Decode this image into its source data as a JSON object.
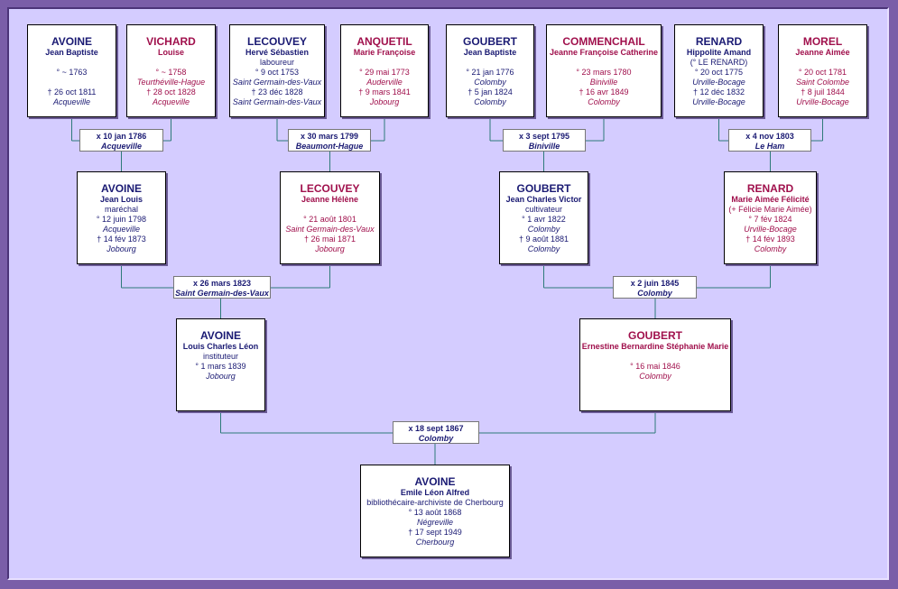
{
  "persons": [
    {
      "id": "p1",
      "sex": "m",
      "surname": "AVOINE",
      "given": "Jean Baptiste",
      "lines": [
        {
          "t": ""
        },
        {
          "t": "° ~ 1763"
        },
        {
          "t": ""
        },
        {
          "t": "† 26 oct 1811"
        },
        {
          "t": "Acqueville",
          "i": true
        }
      ]
    },
    {
      "id": "p2",
      "sex": "f",
      "surname": "VICHARD",
      "given": "Louise",
      "lines": [
        {
          "t": ""
        },
        {
          "t": "° ~ 1758"
        },
        {
          "t": "Teurthéville-Hague",
          "i": true
        },
        {
          "t": "† 28 oct 1828"
        },
        {
          "t": "Acqueville",
          "i": true
        }
      ]
    },
    {
      "id": "p3",
      "sex": "m",
      "surname": "LECOUVEY",
      "given": "Hervé Sébastien",
      "lines": [
        {
          "t": "laboureur"
        },
        {
          "t": "° 9 oct 1753"
        },
        {
          "t": "Saint Germain-des-Vaux",
          "i": true
        },
        {
          "t": "† 23 déc 1828"
        },
        {
          "t": "Saint Germain-des-Vaux",
          "i": true
        }
      ]
    },
    {
      "id": "p4",
      "sex": "f",
      "surname": "ANQUETIL",
      "given": "Marie Françoise",
      "lines": [
        {
          "t": ""
        },
        {
          "t": "° 29 mai 1773"
        },
        {
          "t": "Auderville",
          "i": true
        },
        {
          "t": "† 9 mars 1841"
        },
        {
          "t": "Jobourg",
          "i": true
        }
      ]
    },
    {
      "id": "p5",
      "sex": "m",
      "surname": "GOUBERT",
      "given": "Jean Baptiste",
      "lines": [
        {
          "t": ""
        },
        {
          "t": "° 21 jan 1776"
        },
        {
          "t": "Colomby",
          "i": true
        },
        {
          "t": "† 5 jan 1824"
        },
        {
          "t": "Colomby",
          "i": true
        }
      ]
    },
    {
      "id": "p6",
      "sex": "f",
      "surname": "COMMENCHAIL",
      "given": "Jeanne Françoise Catherine",
      "lines": [
        {
          "t": ""
        },
        {
          "t": "° 23 mars 1780"
        },
        {
          "t": "Biniville",
          "i": true
        },
        {
          "t": "† 16 avr 1849"
        },
        {
          "t": "Colomby",
          "i": true
        }
      ]
    },
    {
      "id": "p7",
      "sex": "m",
      "surname": "RENARD",
      "given": "Hippolite Amand",
      "lines": [
        {
          "t": "(° LE RENARD)"
        },
        {
          "t": "° 20 oct 1775"
        },
        {
          "t": "Urville-Bocage",
          "i": true
        },
        {
          "t": "† 12 déc 1832"
        },
        {
          "t": "Urville-Bocage",
          "i": true
        }
      ]
    },
    {
      "id": "p8",
      "sex": "f",
      "surname": "MOREL",
      "given": "Jeanne Aimée",
      "lines": [
        {
          "t": ""
        },
        {
          "t": "° 20 oct 1781"
        },
        {
          "t": "Saint Colombe",
          "i": true
        },
        {
          "t": "† 8 juil 1844"
        },
        {
          "t": "Urville-Bocage",
          "i": true
        }
      ]
    },
    {
      "id": "p9",
      "sex": "m",
      "surname": "AVOINE",
      "given": "Jean Louis",
      "lines": [
        {
          "t": "maréchal"
        },
        {
          "t": "° 12 juin 1798"
        },
        {
          "t": "Acqueville",
          "i": true
        },
        {
          "t": "† 14 fév 1873"
        },
        {
          "t": "Jobourg",
          "i": true
        }
      ]
    },
    {
      "id": "p10",
      "sex": "f",
      "surname": "LECOUVEY",
      "given": "Jeanne Hélène",
      "lines": [
        {
          "t": ""
        },
        {
          "t": "° 21 août 1801"
        },
        {
          "t": "Saint Germain-des-Vaux",
          "i": true
        },
        {
          "t": "† 26 mai 1871"
        },
        {
          "t": "Jobourg",
          "i": true
        }
      ]
    },
    {
      "id": "p11",
      "sex": "m",
      "surname": "GOUBERT",
      "given": "Jean Charles Victor",
      "lines": [
        {
          "t": "cultivateur"
        },
        {
          "t": "° 1 avr 1822"
        },
        {
          "t": "Colomby",
          "i": true
        },
        {
          "t": "† 9 août 1881"
        },
        {
          "t": "Colomby",
          "i": true
        }
      ]
    },
    {
      "id": "p12",
      "sex": "f",
      "surname": "RENARD",
      "given": "Marie Aimée Félicité",
      "lines": [
        {
          "t": "(+ Félicie Marie Aimée)"
        },
        {
          "t": "° 7 fév 1824"
        },
        {
          "t": "Urville-Bocage",
          "i": true
        },
        {
          "t": "† 14 fév 1893"
        },
        {
          "t": "Colomby",
          "i": true
        }
      ]
    },
    {
      "id": "p13",
      "sex": "m",
      "surname": "AVOINE",
      "given": "Louis Charles Léon",
      "lines": [
        {
          "t": "instituteur"
        },
        {
          "t": "° 1 mars 1839"
        },
        {
          "t": "Jobourg",
          "i": true
        }
      ]
    },
    {
      "id": "p14",
      "sex": "f",
      "surname": "GOUBERT",
      "given": "Ernestine Bernardine Stéphanie Marie",
      "lines": [
        {
          "t": ""
        },
        {
          "t": "° 16 mai 1846"
        },
        {
          "t": "Colomby",
          "i": true
        }
      ]
    },
    {
      "id": "p15",
      "sex": "m",
      "surname": "AVOINE",
      "given": "Emile Léon Alfred",
      "lines": [
        {
          "t": "bibliothécaire-archiviste de Cherbourg"
        },
        {
          "t": "° 13 août 1868"
        },
        {
          "t": "Négreville",
          "i": true
        },
        {
          "t": "† 17 sept 1949"
        },
        {
          "t": "Cherbourg",
          "i": true
        }
      ]
    }
  ],
  "marriages": [
    {
      "id": "m1",
      "date": "x 10 jan 1786",
      "place": "Acqueville"
    },
    {
      "id": "m2",
      "date": "x 30 mars 1799",
      "place": "Beaumont-Hague"
    },
    {
      "id": "m3",
      "date": "x 3 sept 1795",
      "place": "Biniville"
    },
    {
      "id": "m4",
      "date": "x 4 nov 1803",
      "place": "Le Ham"
    },
    {
      "id": "m5",
      "date": "x 26 mars 1823",
      "place": "Saint Germain-des-Vaux"
    },
    {
      "id": "m6",
      "date": "x 2 juin 1845",
      "place": "Colomby"
    },
    {
      "id": "m7",
      "date": "x 18 sept 1867",
      "place": "Colomby"
    }
  ],
  "colors": {
    "male": "#1a1a73",
    "female": "#a0104c",
    "line": "#2e7a7a",
    "frame": "#d4ccff",
    "outer": "#7a5ea8"
  }
}
